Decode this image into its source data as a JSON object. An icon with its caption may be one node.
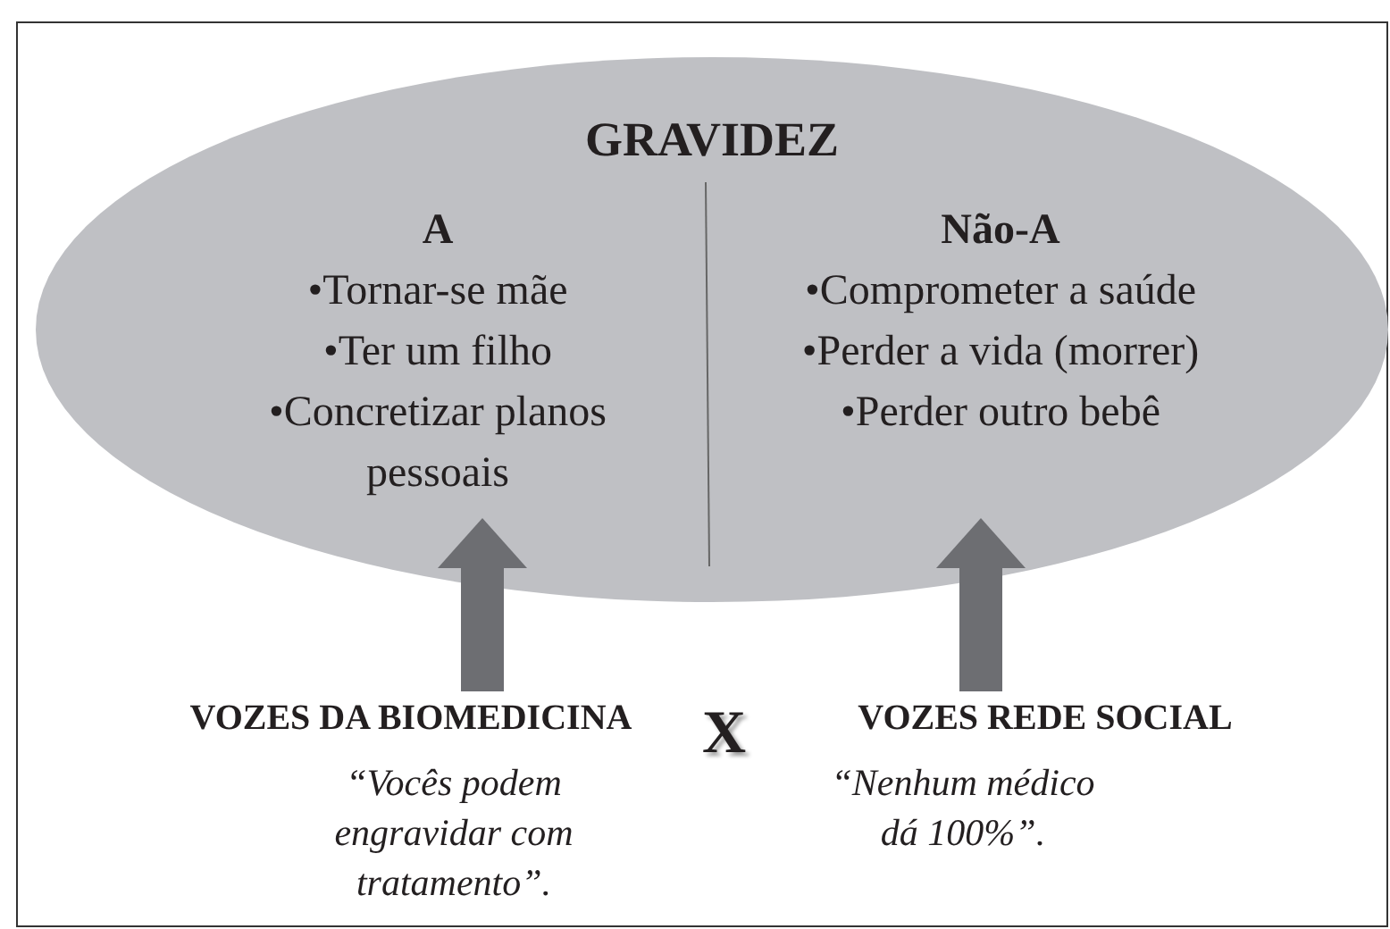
{
  "diagram": {
    "nodes": [
      {
        "text": [
          "GRAVIDEZ"
        ]
      },
      {
        "text": [
          "A",
          "•Tornar-se mãe",
          "•Ter um filho",
          "•Concretizar planos pessoais"
        ],
        "in": 0
      },
      {
        "text": [
          "Não-A",
          "•Comprometer a saúde",
          "•Perder a vida (morrer)",
          "•Perder outro bebê"
        ],
        "in": 0
      },
      {
        "text": [
          "VOZES DA BIOMEDICINA",
          "“Vocês podem engravidar com tratamento”."
        ]
      },
      {
        "text": [
          "VOZES REDE SOCIAL",
          "“Nenhum médico dá 100%”."
        ]
      }
    ],
    "edges": [
      {
        "from": 3,
        "to": 1,
        "arrow": "to"
      },
      {
        "from": 4,
        "to": 2,
        "arrow": "to"
      }
    ],
    "labels": [
      "X"
    ]
  }
}
